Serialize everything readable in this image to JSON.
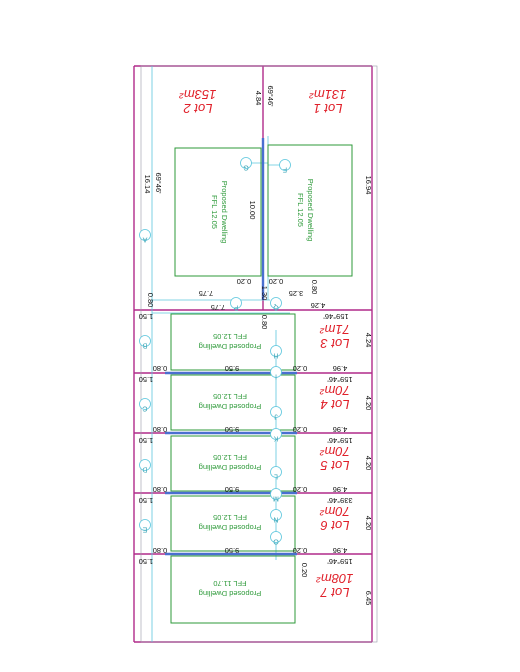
{
  "lots": [
    {
      "name": "Lot 1",
      "area": "131m²"
    },
    {
      "name": "Lot 2",
      "area": "153m²"
    },
    {
      "name": "Lot 3",
      "area": "71m²"
    },
    {
      "name": "Lot 4",
      "area": "70m²"
    },
    {
      "name": "Lot 5",
      "area": "70m²"
    },
    {
      "name": "Lot 6",
      "area": "70m²"
    },
    {
      "name": "Lot 7",
      "area": "108m²"
    }
  ],
  "dwellings": [
    {
      "line1": "Proposed Dwelling",
      "line2": "FFL 12.05"
    },
    {
      "line1": "Proposed Dwelling",
      "line2": "FFL 12.05"
    },
    {
      "line1": "Proposed Dwelling",
      "line2": "FFL 12.05"
    },
    {
      "line1": "Proposed Dwelling",
      "line2": "FFL 12.05"
    },
    {
      "line1": "Proposed Dwelling",
      "line2": "FFL 12.05"
    },
    {
      "line1": "Proposed Dwelling",
      "line2": "FFL 12.05"
    },
    {
      "line1": "Proposed Dwelling",
      "line2": "FFL 11.70"
    }
  ],
  "dims": {
    "lot1_front": "4.84",
    "lot1_bearing": "69°46'",
    "lot1_side": "16.94",
    "lot2_bearing": "69°46'",
    "lot2_side": "16.14",
    "top_house_10": "10.00",
    "d020_a": "0.20",
    "d020_b": "0.20",
    "d130": "1.30",
    "d325": "3.25",
    "d080_a": "0.80",
    "d775_a": "7.75",
    "d775_b": "7.75",
    "d080_b": "0.80",
    "d080_c": "0.80",
    "lot3_width": "4.26",
    "lot3_bearing": "159°46'",
    "lot3_side": "4.24",
    "left_150_a": "1.50",
    "row3": {
      "left080": "0.80",
      "w950": "9.50",
      "r020": "0.20",
      "w496": "4.96",
      "bearing": "159°46'",
      "side": "4.20"
    },
    "left_150_b": "1.50",
    "row4": {
      "left080": "0.80",
      "w950": "9.50",
      "r020": "0.20",
      "w496": "4.96",
      "bearing": "159°46'",
      "side": "4.20"
    },
    "left_150_c": "1.50",
    "row5": {
      "left080": "0.80",
      "w950": "9.50",
      "r020": "0.20",
      "w496": "4.96",
      "bearing": "339°46'",
      "side": "4.20"
    },
    "left_150_d": "1.50",
    "row6": {
      "left080": "0.80",
      "w950": "9.50",
      "r020": "0.20",
      "w496": "4.96",
      "bearing": "159°46'"
    },
    "left_150_e": "1.50",
    "lot7_020": "0.20",
    "lot7_side": "6.45"
  },
  "circles": [
    "A",
    "B",
    "C",
    "D",
    "E",
    "F",
    "G",
    "H",
    "I",
    "J",
    "K",
    "L",
    "M",
    "N",
    "O",
    "P",
    "Q"
  ]
}
